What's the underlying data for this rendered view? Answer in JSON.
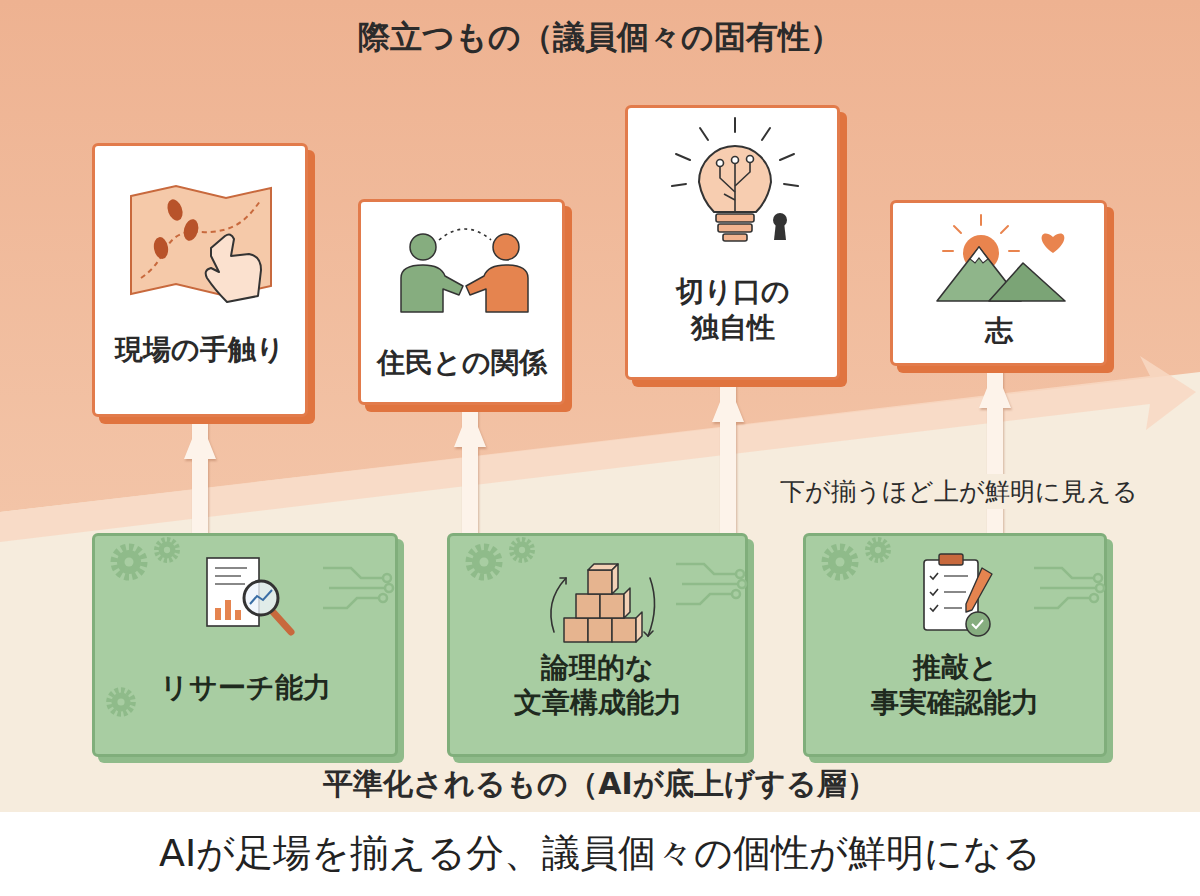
{
  "diagram": {
    "caption": "AIが足場を揃える分、議員個々の個性が鮮明になる",
    "nodes": [
      {
        "text": [
          "現場の手触り"
        ]
      },
      {
        "text": [
          "住民との関係"
        ]
      },
      {
        "text": [
          "切り口の 独自性"
        ]
      },
      {
        "text": [
          "志"
        ]
      },
      {
        "text": [
          "リサーチ能力"
        ]
      },
      {
        "text": [
          "論理的な 文章構成能力"
        ]
      },
      {
        "text": [
          "推敲と 事実確認能力"
        ]
      }
    ],
    "edges": [
      {
        "from": 4,
        "to": 0,
        "arrow": "to"
      },
      {
        "from": 5,
        "to": 1,
        "arrow": "to"
      },
      {
        "from": 5,
        "to": 2,
        "arrow": "to"
      },
      {
        "from": 6,
        "to": 3,
        "arrow": "to"
      }
    ],
    "labels": [
      "際立つもの（議員個々の固有性）",
      "下が揃うほど上が鮮明に見える",
      "平準化されるもの（AIが底上げする層）"
    ]
  }
}
